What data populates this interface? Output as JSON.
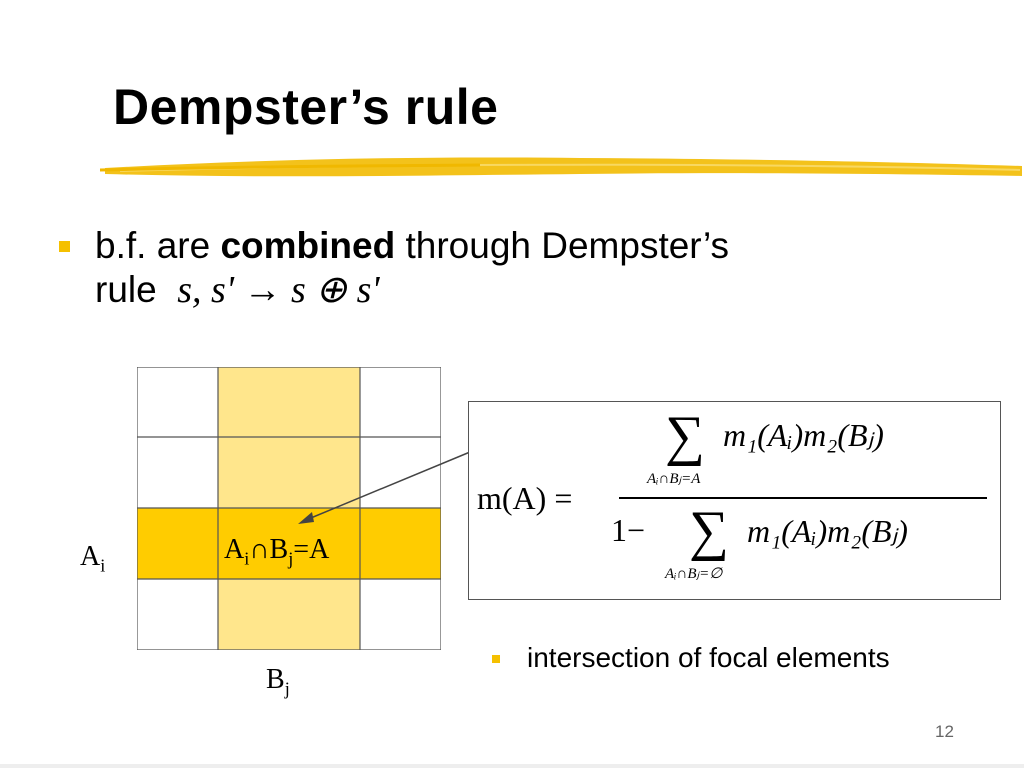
{
  "slide": {
    "title": "Dempster’s rule",
    "bullet1": {
      "prefix": "b.f. are ",
      "bold": "combined",
      "suffix": " through Dempster’s",
      "line2": "rule",
      "expr": "s, s' → s ⊕ s'"
    },
    "diagram": {
      "label_left": "A",
      "label_left_sub": "i",
      "label_bottom": "B",
      "label_bottom_sub": "j",
      "cell_label": "A",
      "cell_label_sub1": "i",
      "cell_label_op": "∩",
      "cell_label_b": "B",
      "cell_label_sub2": "j",
      "cell_label_tail": "=A"
    },
    "formula": {
      "lhs": "m(A) =",
      "numerator": "m₁(Aᵢ)m₂(Bⱼ)",
      "num_condition": "Aᵢ∩Bⱼ=A",
      "denominator_prefix": "1−",
      "denominator": "m₁(Aᵢ)m₂(Bⱼ)",
      "den_condition": "Aᵢ∩Bⱼ=∅",
      "sum_symbol": "∑"
    },
    "bullet2": "intersection of focal elements",
    "page_number": "12",
    "colors": {
      "bullet": "#f5c000",
      "highlight_col": "#ffe68c",
      "highlight_row": "#ffcc00",
      "underline": "#f3c21b"
    }
  }
}
